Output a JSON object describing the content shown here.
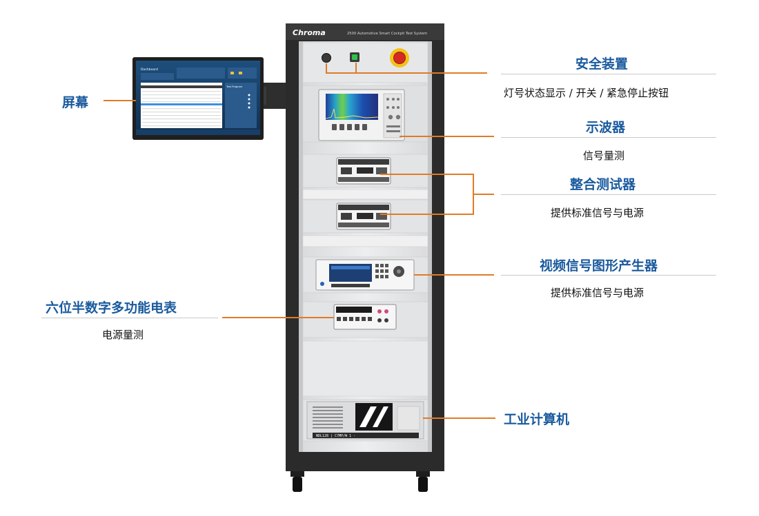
{
  "cabinet": {
    "brand": "Chroma",
    "model": "2500 Automotive Smart Cockpit Test System",
    "pc_panel_text": "NDL128 | C7MP/W 1 -"
  },
  "screen": {
    "title": "Dashboard",
    "test_program_title": "Test Program"
  },
  "callouts": {
    "screen": {
      "title": "屏幕"
    },
    "safety": {
      "title": "安全装置",
      "desc": "灯号状态显示 / 开关 / 紧急停止按钮"
    },
    "oscilloscope": {
      "title": "示波器",
      "desc": "信号量测"
    },
    "integrated_tester": {
      "title": "整合测试器",
      "desc": "提供标准信号与电源"
    },
    "video_generator": {
      "title": "视频信号图形产生器",
      "desc": "提供标准信号与电源"
    },
    "multimeter": {
      "title": "六位半数字多功能电表",
      "desc": "电源量测"
    },
    "industrial_pc": {
      "title": "工业计算机"
    }
  },
  "colors": {
    "leader_line": "#e07b25",
    "callout_title": "#1a5a9e",
    "cabinet_frame": "#2b2b2b",
    "panel": "#e5e6e8",
    "emergency_button": "#d42a20",
    "button_ring": "#f2c31a",
    "green_button": "#2fc24a"
  }
}
